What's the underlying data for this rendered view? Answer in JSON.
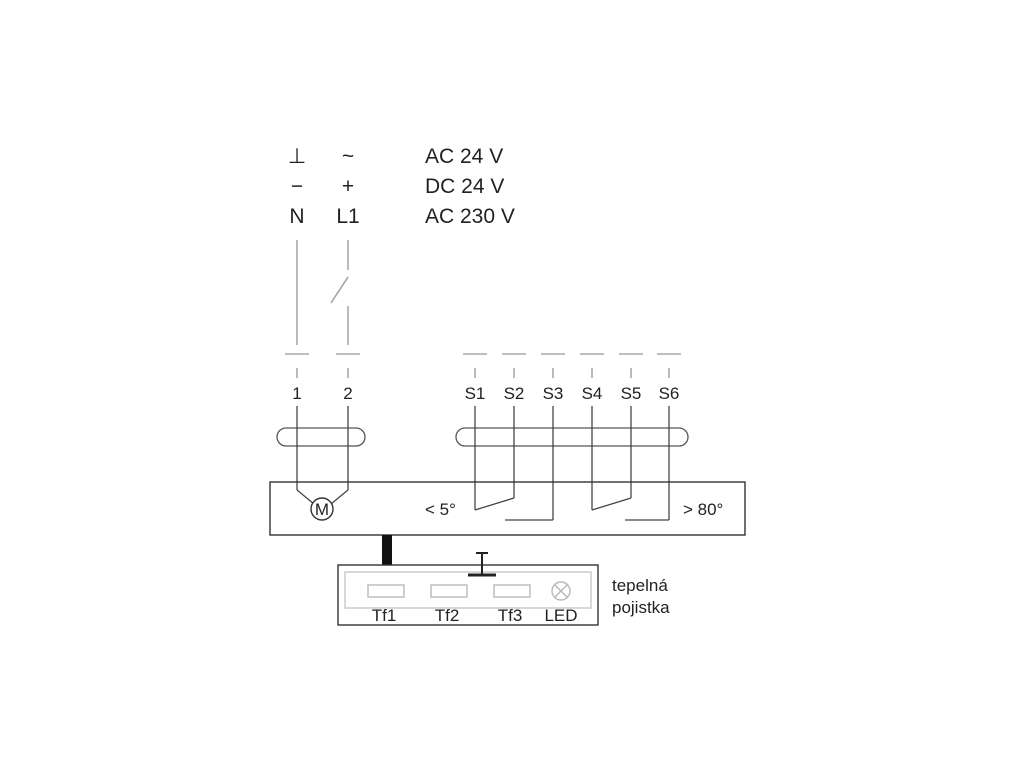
{
  "supply": {
    "left_symbols": [
      "⊥",
      "−",
      "N"
    ],
    "right_symbols": [
      "~",
      "+",
      "L1"
    ],
    "labels": [
      "AC 24 V",
      "DC 24 V",
      "AC 230 V"
    ]
  },
  "terminals": {
    "power": [
      "1",
      "2"
    ],
    "switches": [
      "S1",
      "S2",
      "S3",
      "S4",
      "S5",
      "S6"
    ]
  },
  "actuator": {
    "motor_label": "M",
    "angle_low": "< 5°",
    "angle_high": "> 80°"
  },
  "fuse_unit": {
    "components": [
      "Tf1",
      "Tf2",
      "Tf3",
      "LED"
    ],
    "caption_line1": "tepelná",
    "caption_line2": "pojistka"
  }
}
